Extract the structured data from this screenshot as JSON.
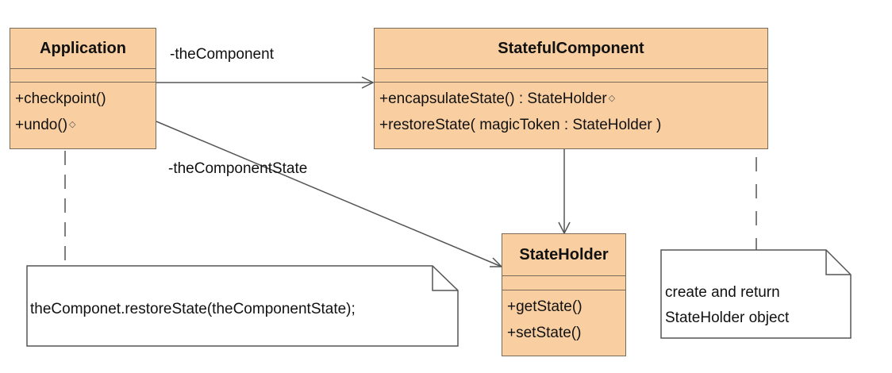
{
  "classes": {
    "application": {
      "name": "Application",
      "operations": [
        "+checkpoint()",
        "+undo()"
      ]
    },
    "stateful_component": {
      "name": "StatefulComponent",
      "operations": [
        "+encapsulateState() : StateHolder",
        "+restoreState( magicToken : StateHolder )"
      ]
    },
    "state_holder": {
      "name": "StateHolder",
      "operations": [
        "+getState()",
        "+setState()"
      ]
    }
  },
  "associations": {
    "the_component": "-theComponent",
    "the_component_state": "-theComponentState"
  },
  "notes": {
    "undo_note": "theComponet.restoreState(theComponentState);",
    "encapsulate_note": [
      "create and return",
      "StateHolder object"
    ]
  },
  "colors": {
    "class_fill": "#f9cfa1",
    "class_border": "#7a6a58",
    "line": "#555555",
    "note_fill": "#ffffff"
  }
}
